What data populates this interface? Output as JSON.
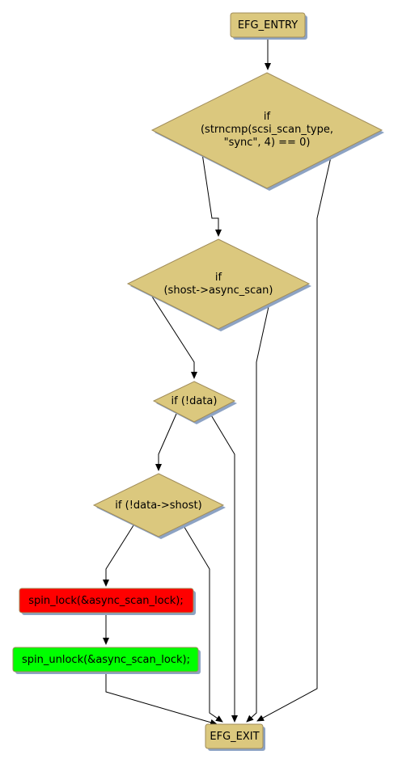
{
  "diagram": {
    "nodes": {
      "entry": {
        "label": "EFG_ENTRY"
      },
      "cond_scan_type": {
        "lines": [
          "if",
          "(strncmp(scsi_scan_type,",
          "\"sync\", 4) == 0)"
        ]
      },
      "cond_async_scan": {
        "lines": [
          "if",
          "(shost->async_scan)"
        ]
      },
      "cond_data": {
        "label": "if (!data)"
      },
      "cond_data_shost": {
        "label": "if (!data->shost)"
      },
      "spin_lock": {
        "label": "spin_lock(&async_scan_lock);"
      },
      "spin_unlock": {
        "label": "spin_unlock(&async_scan_lock);"
      },
      "exit": {
        "label": "EFG_EXIT"
      }
    },
    "colors": {
      "node_fill": "#dbc87e",
      "node_border": "#a08c5a",
      "shadow": "#8da3c4",
      "lock_fill": "#ff0000",
      "unlock_fill": "#00ff00",
      "edge": "#000000"
    }
  }
}
